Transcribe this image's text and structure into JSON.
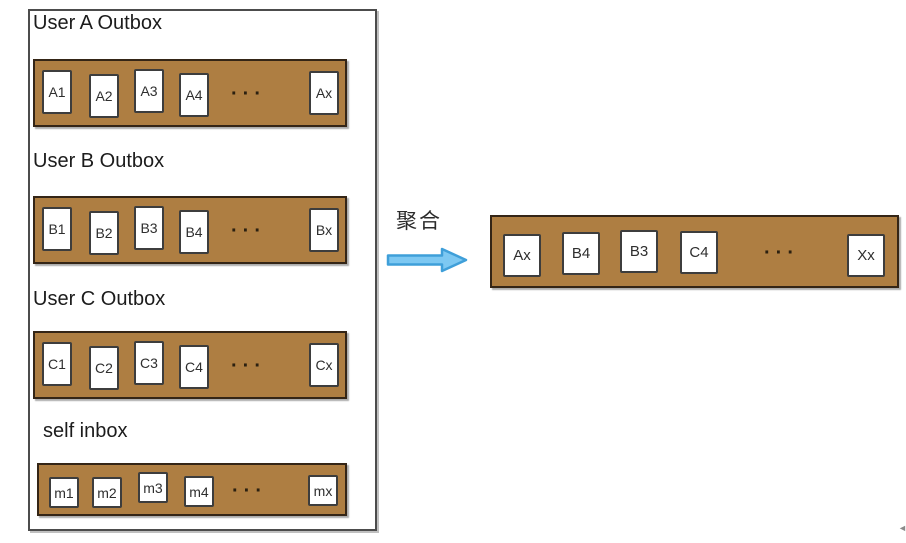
{
  "panel": {
    "rows": [
      {
        "label": "User A Outbox",
        "cells": [
          "A1",
          "A2",
          "A3",
          "A4",
          "Ax"
        ],
        "dots": "···"
      },
      {
        "label": "User B Outbox",
        "cells": [
          "B1",
          "B2",
          "B3",
          "B4",
          "Bx"
        ],
        "dots": "···"
      },
      {
        "label": "User C Outbox",
        "cells": [
          "C1",
          "C2",
          "C3",
          "C4",
          "Cx"
        ],
        "dots": "···"
      },
      {
        "label": "self inbox",
        "cells": [
          "m1",
          "m2",
          "m3",
          "m4",
          "mx"
        ],
        "dots": "···"
      }
    ]
  },
  "aggregate": {
    "label": "聚合"
  },
  "merged": {
    "cells": [
      "Ax",
      "B4",
      "B3",
      "C4",
      "Xx"
    ],
    "dots": "···"
  },
  "colors": {
    "bar_fill": "#AE7E42",
    "bar_border": "#342516",
    "cell_border": "#3D3D3D",
    "panel_border": "#4C4C4C",
    "arrow_fill": "#7DC8F2",
    "arrow_stroke": "#3F9FD9"
  },
  "artifacts": {
    "corner_mark": "◄"
  }
}
